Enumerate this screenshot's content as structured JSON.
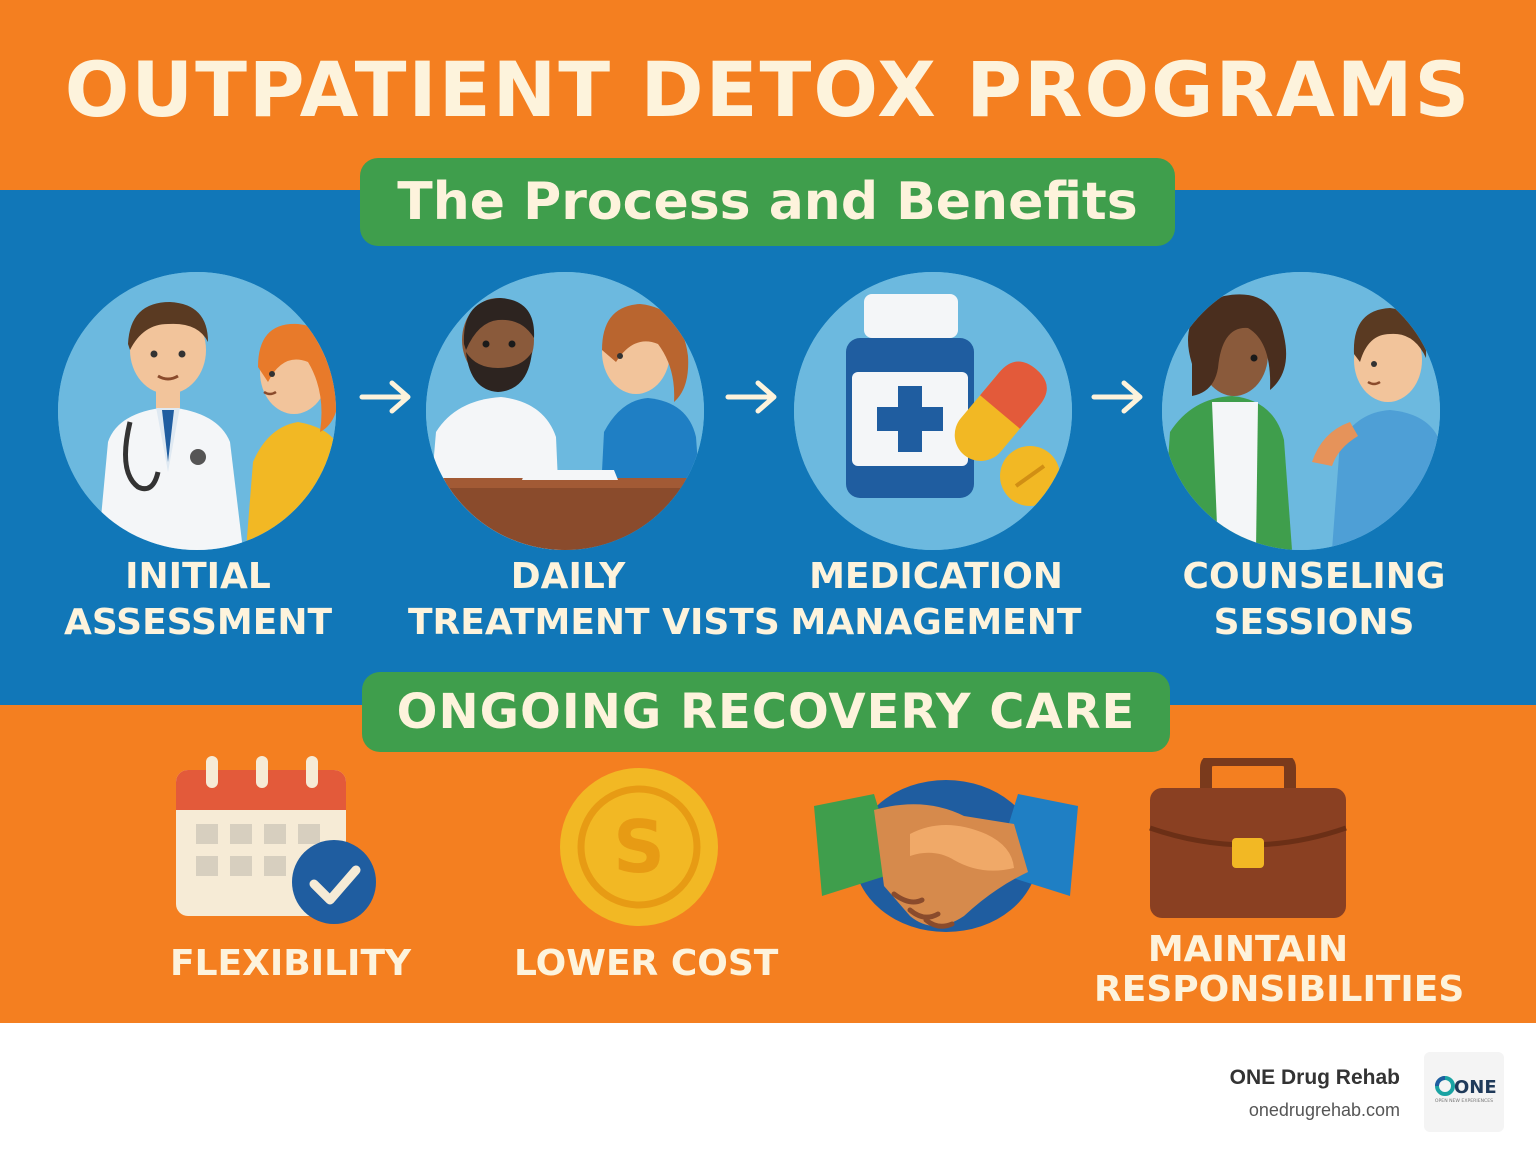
{
  "title": "OUTPATIENT DETOX PROGRAMS",
  "subtitle": "The Process and Benefits",
  "steps": [
    {
      "line1": "INITIAL",
      "line2": "ASSESSMENT",
      "icon": "doctor-patient-icon"
    },
    {
      "line1": "DAILY",
      "line2": "TREATMENT VISTS",
      "icon": "treatment-visit-icon"
    },
    {
      "line1": "MEDICATION",
      "line2": "MANAGEMENT",
      "icon": "medication-bottle-icon"
    },
    {
      "line1": "COUNSELING",
      "line2": "SESSIONS",
      "icon": "counseling-icon"
    }
  ],
  "ongoing_label": "ONGOING RECOVERY CARE",
  "benefits": [
    {
      "line1": "FLEXIBILITY",
      "line2": "",
      "icon": "calendar-check-icon"
    },
    {
      "line1": "LOWER COST",
      "line2": "",
      "icon": "coin-icon"
    },
    {
      "line1": "",
      "line2": "",
      "icon": "handshake-icon"
    },
    {
      "line1": "MAINTAIN",
      "line2": "RESPONSIBILITIES",
      "icon": "briefcase-icon"
    }
  ],
  "brand": {
    "name": "ONE Drug Rehab",
    "url": "onedrugrehab.com",
    "logo_text": "ONE",
    "logo_tagline": "OPEN NEW EXPERIENCES"
  },
  "colors": {
    "orange": "#f47f20",
    "blue": "#1177b8",
    "green": "#3f9e4c",
    "cream": "#fdf3dc"
  }
}
